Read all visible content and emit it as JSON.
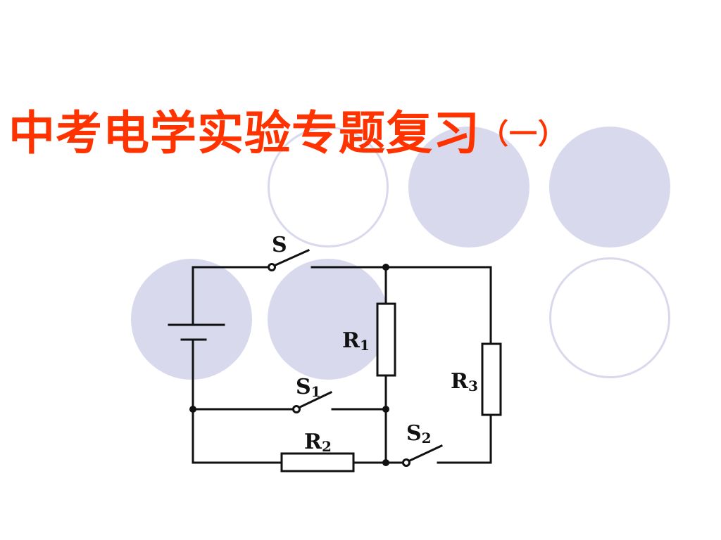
{
  "title": {
    "main": "中考电学实验专题复习",
    "suffix": "（一）"
  },
  "circuit": {
    "labels": {
      "switch_main": "S",
      "switch_1": "S",
      "switch_1_sub": "1",
      "switch_2": "S",
      "switch_2_sub": "2",
      "resistor_1": "R",
      "resistor_1_sub": "1",
      "resistor_2": "R",
      "resistor_2_sub": "2",
      "resistor_3": "R",
      "resistor_3_sub": "3"
    },
    "colors": {
      "wire": "#111111"
    }
  },
  "decor": {
    "circle_color": "#d9d9ee"
  }
}
